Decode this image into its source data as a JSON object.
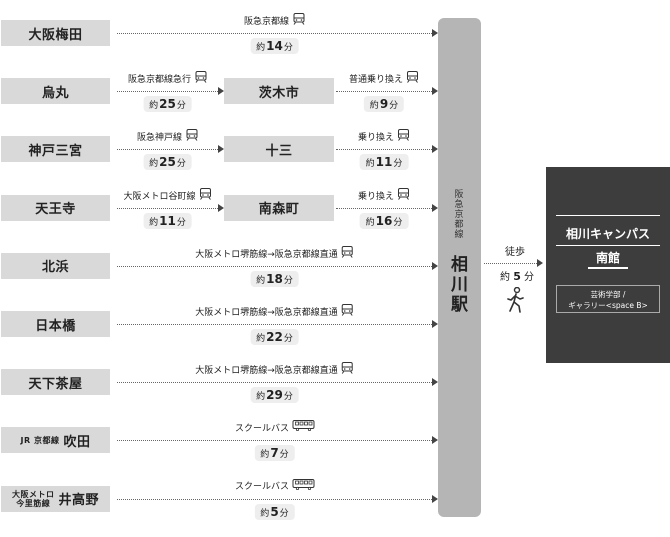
{
  "rows": [
    {
      "station": "大阪梅田",
      "segments": [
        {
          "line": "阪急京都線",
          "icon": "train-icon",
          "time_prefix": "約",
          "time_value": "14",
          "time_unit": "分"
        }
      ]
    },
    {
      "station": "烏丸",
      "transfer": "茨木市",
      "segments": [
        {
          "line": "阪急京都線急行",
          "icon": "train-icon",
          "time_prefix": "約",
          "time_value": "25",
          "time_unit": "分"
        },
        {
          "line": "普通乗り換え",
          "icon": "train-icon",
          "time_prefix": "約",
          "time_value": "9",
          "time_unit": "分"
        }
      ]
    },
    {
      "station": "神戸三宮",
      "transfer": "十三",
      "segments": [
        {
          "line": "阪急神戸線",
          "icon": "train-icon",
          "time_prefix": "約",
          "time_value": "25",
          "time_unit": "分"
        },
        {
          "line": "乗り換え",
          "icon": "train-icon",
          "time_prefix": "約",
          "time_value": "11",
          "time_unit": "分"
        }
      ]
    },
    {
      "station": "天王寺",
      "transfer": "南森町",
      "segments": [
        {
          "line": "大阪メトロ谷町線",
          "icon": "train-icon",
          "time_prefix": "約",
          "time_value": "11",
          "time_unit": "分"
        },
        {
          "line": "乗り換え",
          "icon": "train-icon",
          "time_prefix": "約",
          "time_value": "16",
          "time_unit": "分"
        }
      ]
    },
    {
      "station": "北浜",
      "segments": [
        {
          "line": "大阪メトロ堺筋線→阪急京都線直通",
          "icon": "train-icon",
          "time_prefix": "約",
          "time_value": "18",
          "time_unit": "分"
        }
      ]
    },
    {
      "station": "日本橋",
      "segments": [
        {
          "line": "大阪メトロ堺筋線→阪急京都線直通",
          "icon": "train-icon",
          "time_prefix": "約",
          "time_value": "22",
          "time_unit": "分"
        }
      ]
    },
    {
      "station": "天下茶屋",
      "segments": [
        {
          "line": "大阪メトロ堺筋線→阪急京都線直通",
          "icon": "train-icon",
          "time_prefix": "約",
          "time_value": "29",
          "time_unit": "分"
        }
      ]
    },
    {
      "station": "吹田",
      "station_prefix": [
        "JR 京都線"
      ],
      "segments": [
        {
          "line": "スクールバス",
          "icon": "bus-icon",
          "time_prefix": "約",
          "time_value": "7",
          "time_unit": "分"
        }
      ]
    },
    {
      "station": "井高野",
      "station_prefix": [
        "大阪メトロ",
        "今里筋線"
      ],
      "segments": [
        {
          "line": "スクールバス",
          "icon": "bus-icon",
          "time_prefix": "約",
          "time_value": "5",
          "time_unit": "分"
        }
      ]
    }
  ],
  "hub": {
    "line": "阪急京都線",
    "station": "相川駅"
  },
  "walk": {
    "label": "徒歩",
    "time_prefix": "約",
    "time_value": "5",
    "time_unit": "分",
    "icon": "walking-person-icon"
  },
  "campus": {
    "name": "相川キャンパス",
    "building": "南館",
    "facility_line1": "芸術学部 /",
    "facility_line2": "ギャラリー<space B>"
  },
  "colors": {
    "station_bg": "#d9d9d9",
    "hub_bg": "#b5b5b5",
    "campus_bg": "#3d3d3d",
    "time_bg": "#eeeeee"
  }
}
